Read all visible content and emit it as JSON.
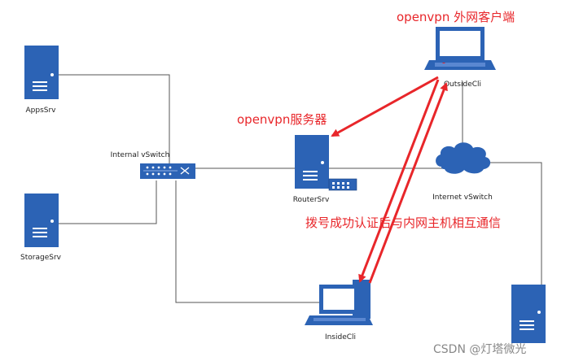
{
  "nodes": {
    "apps_srv": "AppsSrv",
    "storage_srv": "StorageSrv",
    "internal_switch": "Internal vSwitch",
    "router_srv": "RouterSrv",
    "internet_switch": "Internet vSwitch",
    "outside_cli": "OutsideCli",
    "inside_cli": "InsideCli"
  },
  "annotations": {
    "client_label": "openvpn 外网客户端",
    "server_label": "openvpn服务器",
    "dial_label": "拨号成功认证后与内网主机相互通信"
  },
  "watermark": "CSDN @灯塔微光",
  "colors": {
    "server_blue": "#2c63b5",
    "accent_red": "#e8262a",
    "line_gray": "#555555"
  }
}
